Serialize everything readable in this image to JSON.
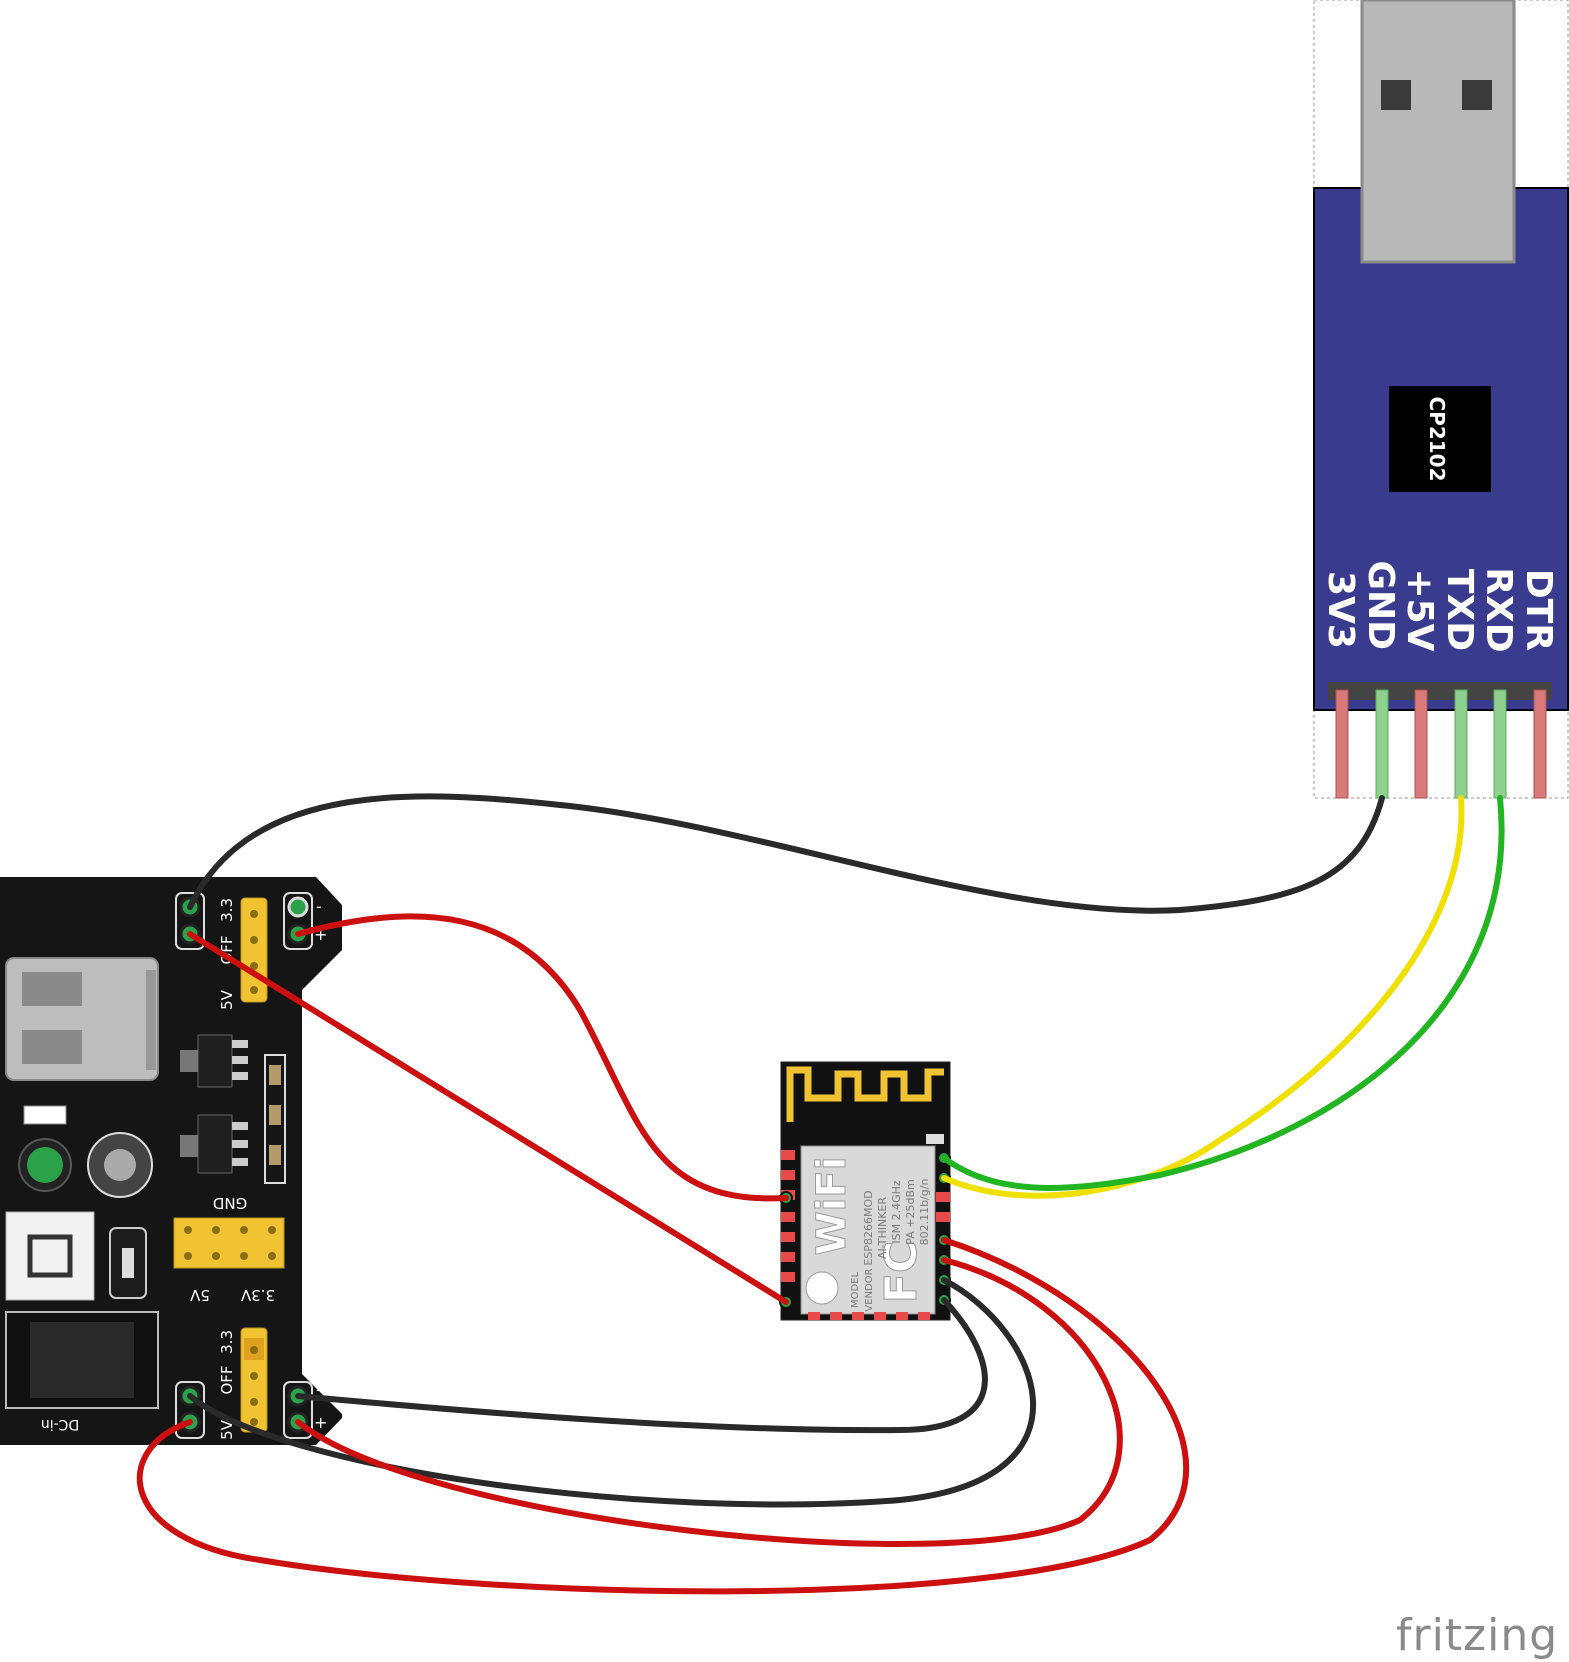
{
  "usb_module": {
    "chip": "CP2102",
    "pins": [
      "3V3",
      "GND",
      "+5V",
      "TXD",
      "RXD",
      "DTR"
    ]
  },
  "power_module": {
    "jumper_top": [
      "3.3",
      "OFF",
      "5V"
    ],
    "jumper_bottom": [
      "3.3",
      "OFF",
      "5V"
    ],
    "header_label": "GND",
    "header_voltages": [
      "5V",
      "3.3V"
    ],
    "dc_label": "DC-in",
    "rail_minus": "-",
    "rail_plus": "+"
  },
  "esp_module": {
    "lines": [
      "ESP8266MOD",
      "AI-THINKER",
      "ISM 2.4GHz",
      "PA +25dBm",
      "802.11b/g/n"
    ],
    "side": [
      "MODEL",
      "VENDOR"
    ],
    "logo": "WiFi",
    "cert": "FC"
  },
  "watermark": "fritzing",
  "colors": {
    "wire_black": "#2a2a2a",
    "wire_red": "#cc1010",
    "wire_yellow": "#f0e000",
    "wire_green": "#21b521",
    "usb_board": "#393b8e",
    "pcb_black": "#151515"
  }
}
